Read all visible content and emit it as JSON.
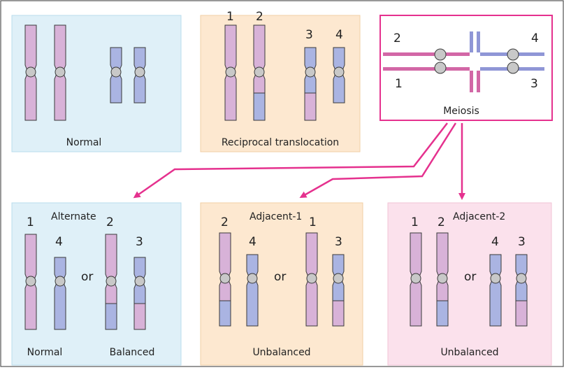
{
  "colors": {
    "magenta": "#e5318e",
    "pink_chrom": "#d8b2d8",
    "blue_chrom": "#aab4e2",
    "outline": "#3a3a3a",
    "centromere": "#c8c8c8",
    "panel_blue": "#dff0f8",
    "panel_orange": "#fde8d0",
    "panel_pink": "#fbe1ec"
  },
  "top": {
    "normal_label": "Normal",
    "translocation": {
      "label": "Reciprocal translocation",
      "numbers": [
        "1",
        "2",
        "3",
        "4"
      ]
    },
    "meiosis": {
      "label": "Meiosis",
      "numbers": [
        "2",
        "4",
        "1",
        "3"
      ]
    }
  },
  "bottom": {
    "alternate": {
      "title": "Alternate",
      "numbers": [
        "1",
        "4",
        "2",
        "3"
      ],
      "or": "or",
      "left_label": "Normal",
      "right_label": "Balanced"
    },
    "adjacent1": {
      "title": "Adjacent-1",
      "numbers": [
        "2",
        "4",
        "1",
        "3"
      ],
      "or": "or",
      "label": "Unbalanced"
    },
    "adjacent2": {
      "title": "Adjacent-2",
      "numbers": [
        "1",
        "2",
        "4",
        "3"
      ],
      "or": "or",
      "label": "Unbalanced"
    }
  }
}
